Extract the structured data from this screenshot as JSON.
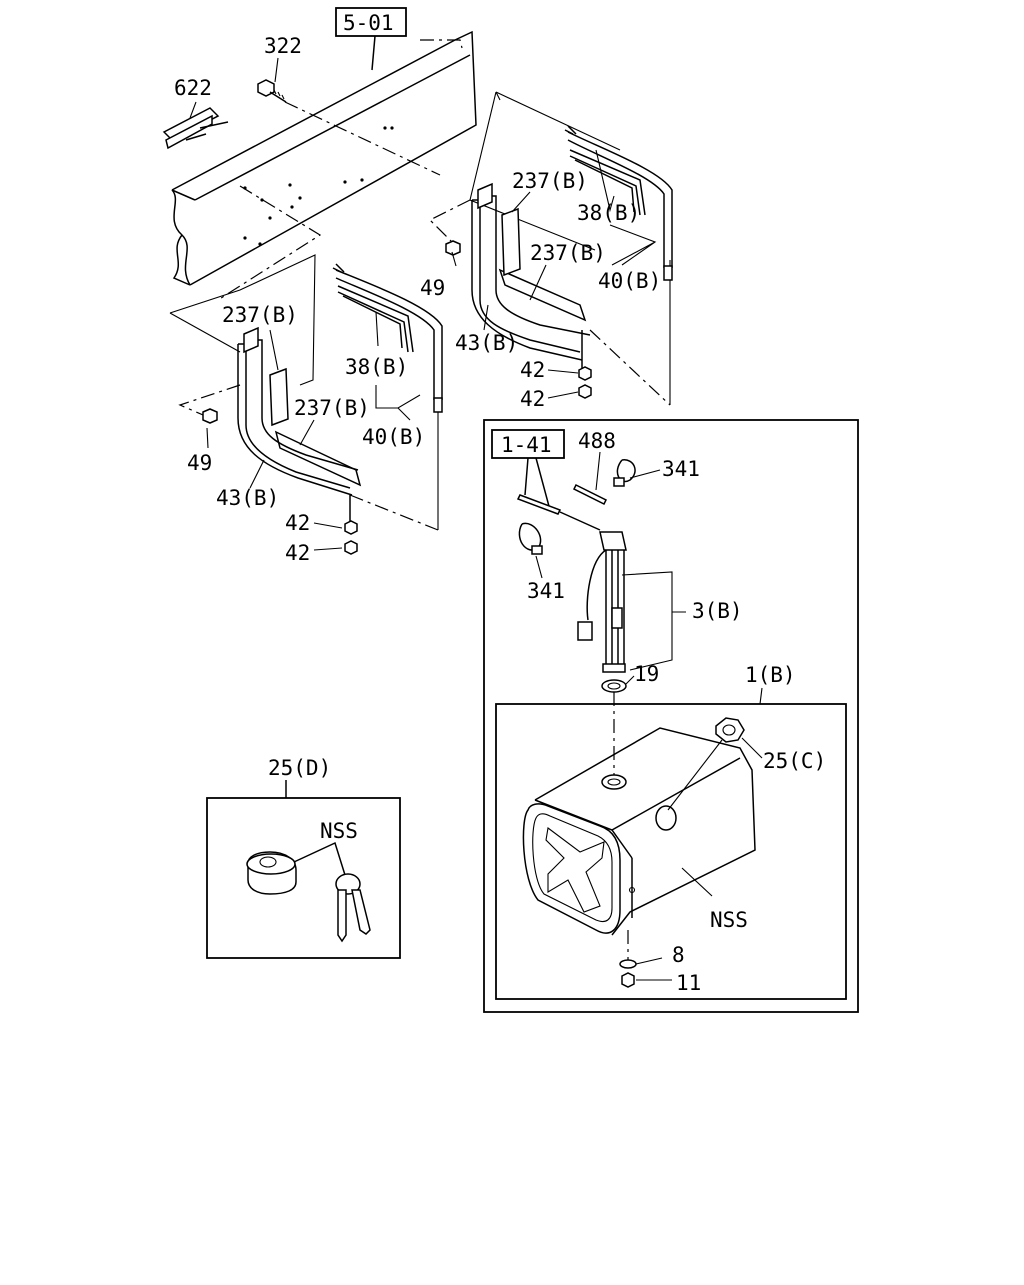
{
  "diagram": {
    "ref_labels": {
      "section_ref": "5-01",
      "sub_ref": "1-41"
    },
    "callouts": {
      "c322": "322",
      "c622": "622",
      "c237b_1": "237(B)",
      "c38b_1": "38(B)",
      "c237b_2": "237(B)",
      "c40b_1": "40(B)",
      "c49_1": "49",
      "c43b_1": "43(B)",
      "c42_1": "42",
      "c42_2": "42",
      "c237b_3": "237(B)",
      "c38b_2": "38(B)",
      "c237b_4": "237(B)",
      "c40b_2": "40(B)",
      "c49_2": "49",
      "c43b_2": "43(B)",
      "c42_3": "42",
      "c42_4": "42",
      "c488": "488",
      "c341_1": "341",
      "c341_2": "341",
      "c3b": "3(B)",
      "c19": "19",
      "c1b": "1(B)",
      "c25c": "25(C)",
      "nss_tank": "NSS",
      "c8": "8",
      "c11": "11",
      "c25d": "25(D)",
      "nss_cap": "NSS"
    }
  }
}
